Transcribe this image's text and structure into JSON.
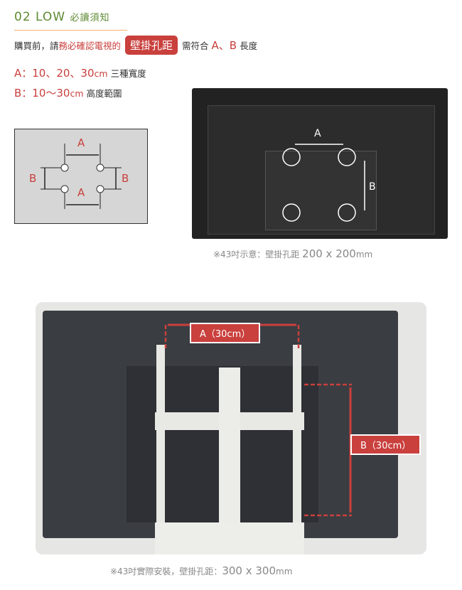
{
  "header": {
    "title": "02 LOW",
    "title_suffix": "必讀須知"
  },
  "intro": {
    "prefix": "購買前，請",
    "highlight": "務必確認電視的",
    "badge": "壁掛孔距",
    "middle": "需符合",
    "ab": "A、B",
    "suffix": "長度"
  },
  "spec_a": {
    "value": "A：10、20、30",
    "unit": "cm",
    "desc": "三種寬度"
  },
  "spec_b": {
    "value": "B：10～30",
    "unit": "cm",
    "desc": "高度範圍"
  },
  "diagram": {
    "label_a": "A",
    "label_b": "B"
  },
  "tv_example": {
    "label_a": "A",
    "label_b": "B",
    "caption_prefix": "※43吋示意：壁掛孔距",
    "caption_value": "200 x 200",
    "caption_unit": "mm"
  },
  "photo": {
    "label_a": "A（30cm）",
    "label_b": "B（30cm）",
    "caption_prefix": "※43吋實際安裝，壁掛孔距：",
    "caption_value": "300 x 300",
    "caption_unit": "mm"
  },
  "colors": {
    "accent_red": "#c9403d",
    "title_green": "#5d8a32"
  }
}
